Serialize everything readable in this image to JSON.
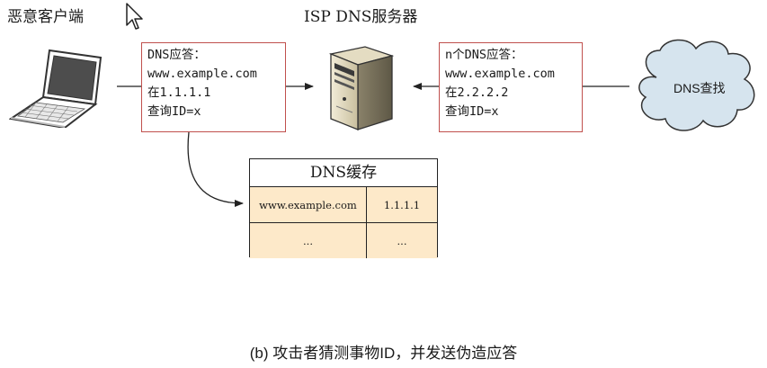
{
  "labels": {
    "attacker": "恶意客户端",
    "server": "ISP DNS服务器",
    "cloud": "DNS查找"
  },
  "forged_reply": {
    "lines": [
      "DNS应答：",
      "www.example.com",
      "在1.1.1.1",
      "查询ID=x"
    ]
  },
  "upstream_reply": {
    "lines": [
      "n个DNS应答：",
      "www.example.com",
      "在2.2.2.2",
      "查询ID=x"
    ]
  },
  "cache": {
    "title": "DNS缓存",
    "rows": [
      {
        "domain": "www.example.com",
        "ip": "1.1.1.1"
      },
      {
        "domain": "...",
        "ip": "..."
      }
    ]
  },
  "caption": "(b) 攻击者猜测事物ID，并发送伪造应答"
}
